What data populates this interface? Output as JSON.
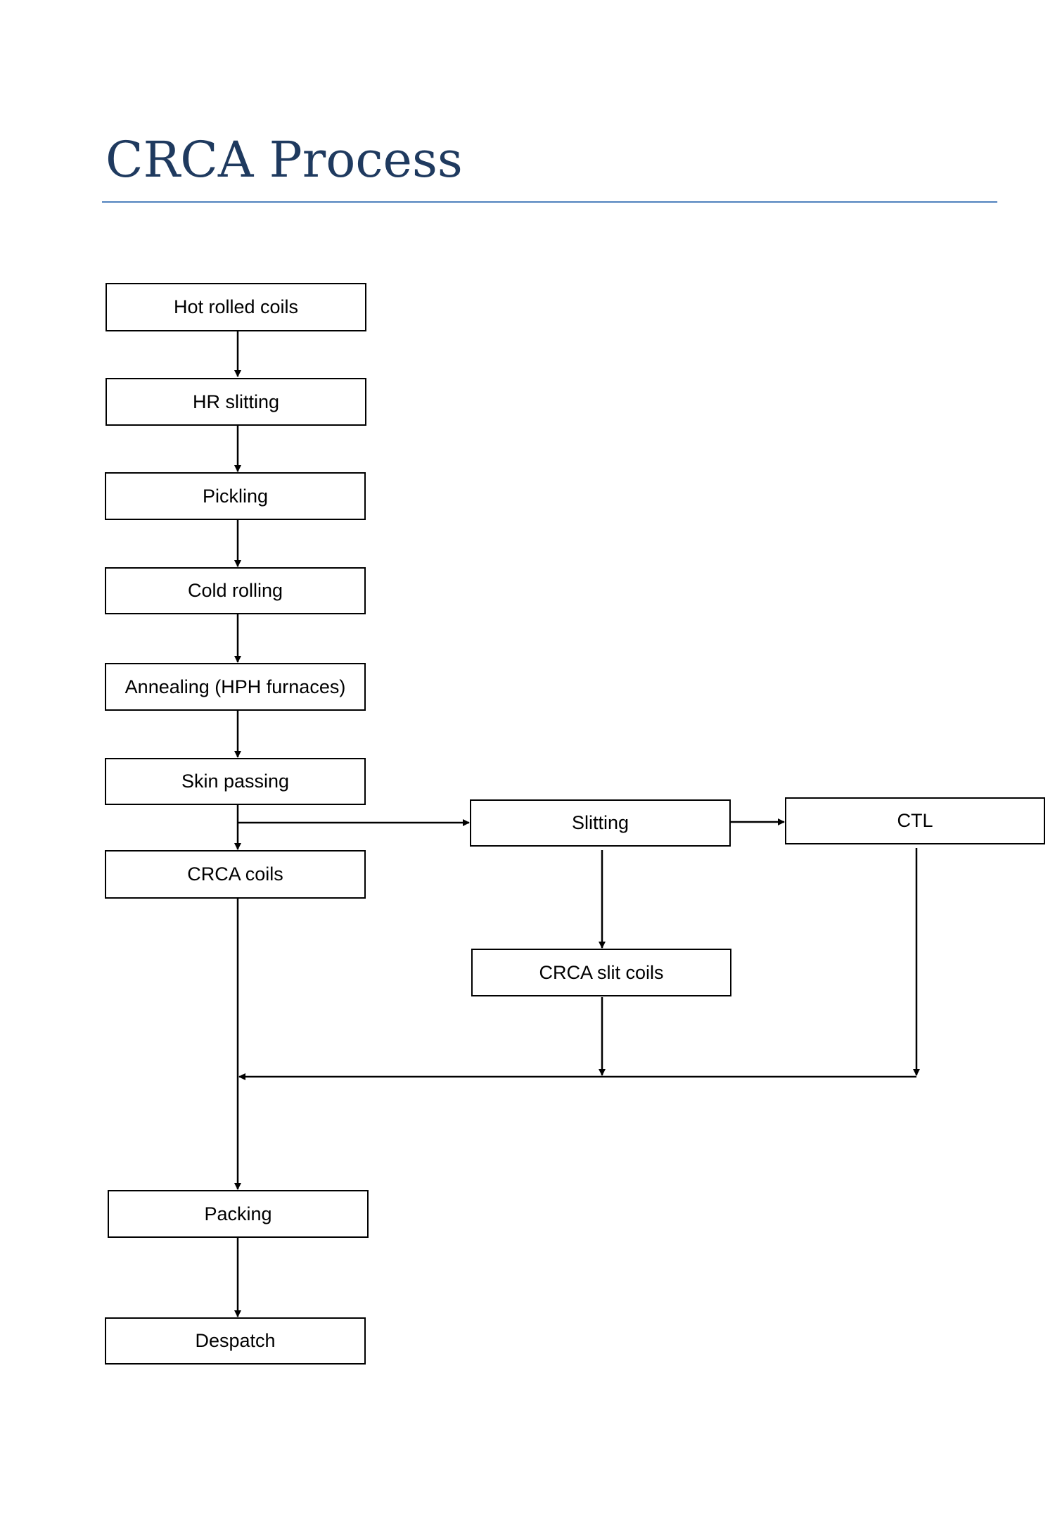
{
  "page": {
    "title": "CRCA Process"
  },
  "colors": {
    "title": "#1f3a5f",
    "rule": "#4f81bd",
    "stroke": "#000000"
  },
  "nodes": {
    "hot_rolled_coils": "Hot rolled coils",
    "hr_slitting": "HR slitting",
    "pickling": "Pickling",
    "cold_rolling": "Cold rolling",
    "annealing": "Annealing (HPH furnaces)",
    "skin_passing": "Skin passing",
    "crca_coils": "CRCA coils",
    "slitting": "Slitting",
    "ctl": "CTL",
    "crca_slit_coils": "CRCA slit coils",
    "packing": "Packing",
    "despatch": "Despatch"
  }
}
